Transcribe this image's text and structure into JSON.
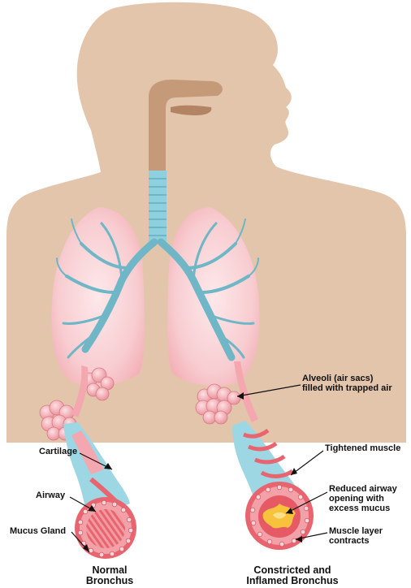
{
  "labels": {
    "alveoli": "Alveoli (air sacs)",
    "alveoli_2": "filled with trapped air",
    "cartilage": "Cartilage",
    "tightened_muscle": "Tightened muscle",
    "airway": "Airway",
    "reduced_airway_1": "Reduced airway",
    "reduced_airway_2": "opening with",
    "reduced_airway_3": "excess mucus",
    "mucus_gland": "Mucus Gland",
    "muscle_layer_1": "Muscle layer",
    "muscle_layer_2": "contracts"
  },
  "captions": {
    "normal_1": "Normal",
    "normal_2": "Bronchus",
    "constricted_1": "Constricted and",
    "constricted_2": "Inflamed Bronchus"
  },
  "colors": {
    "skin": "#e3c5ac",
    "airway_brown": "#c49a78",
    "trachea": "#8fd0de",
    "bronchi": "#6fb6c6",
    "lung_pink": "#f6c4c8",
    "lung_inner": "#fbe0e2",
    "tissue_red": "#e8646e",
    "mucus": "#f7c23c"
  }
}
